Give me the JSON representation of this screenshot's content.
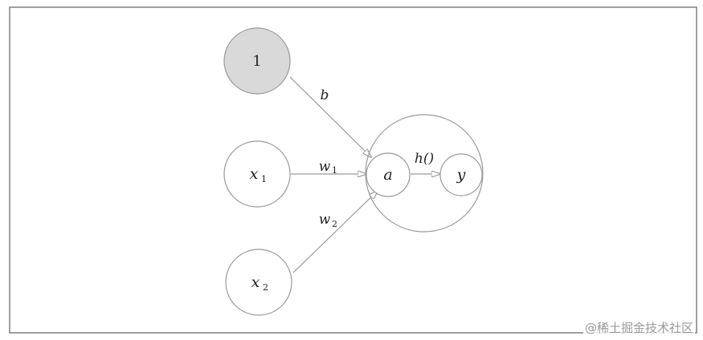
{
  "diagram": {
    "nodes": {
      "bias": {
        "label": "1"
      },
      "x1": {
        "label": "x",
        "sub": "1"
      },
      "x2": {
        "label": "x",
        "sub": "2"
      },
      "a": {
        "label": "a"
      },
      "y": {
        "label": "y"
      }
    },
    "edges": {
      "bias_to_a": {
        "label": "b"
      },
      "x1_to_a": {
        "label": "w",
        "sub": "1"
      },
      "x2_to_a": {
        "label": "w",
        "sub": "2"
      },
      "a_to_y": {
        "label": "h()"
      }
    }
  },
  "colors": {
    "bias_fill": "#d9d9d9",
    "stroke": "#9a9a9a",
    "frame": "#6b6b6b"
  },
  "watermark": "@稀土掘金技术社区"
}
